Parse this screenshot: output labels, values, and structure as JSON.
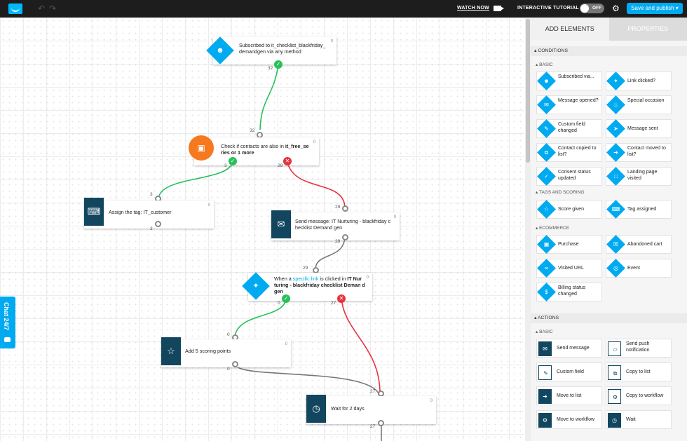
{
  "topbar": {
    "watch_now": "WATCH NOW",
    "tutorial": "INTERACTIVE TUTORIAL",
    "toggle": "OFF",
    "publish": "Save and publish"
  },
  "chat": {
    "label": "Chat 24/7"
  },
  "panel": {
    "tabs": [
      {
        "label": "ADD ELEMENTS"
      },
      {
        "label": "PROPERTIES"
      }
    ],
    "conditions": "CONDITIONS",
    "basic": "BASIC",
    "cond_basic": [
      {
        "label": "Subscribed via..."
      },
      {
        "label": "Link clicked?"
      },
      {
        "label": "Message opened?"
      },
      {
        "label": "Special occasion"
      },
      {
        "label": "Custom field changed"
      },
      {
        "label": "Message sent"
      },
      {
        "label": "Contact copied to list?"
      },
      {
        "label": "Contact moved to list?"
      },
      {
        "label": "Consent status updated"
      },
      {
        "label": "Landing page visited"
      }
    ],
    "tags": "TAGS AND SCORING",
    "cond_tags": [
      {
        "label": "Score given"
      },
      {
        "label": "Tag assigned"
      }
    ],
    "ecom": "ECOMMERCE",
    "cond_ecom": [
      {
        "label": "Purchase"
      },
      {
        "label": "Abandoned cart"
      },
      {
        "label": "Visited URL"
      },
      {
        "label": "Event"
      },
      {
        "label": "Billing status changed"
      }
    ],
    "actions": "ACTIONS",
    "act_basic_label": "BASIC",
    "act_basic": [
      {
        "label": "Send message"
      },
      {
        "label": "Send push notification"
      },
      {
        "label": "Custom field"
      },
      {
        "label": "Copy to list"
      },
      {
        "label": "Move to list"
      },
      {
        "label": "Copy to workflow"
      },
      {
        "label": "Move to workflow"
      },
      {
        "label": "Wait"
      }
    ]
  },
  "nodes": {
    "subscribed": {
      "text": "Subscribed to it_checklist_blackfriday_ demandgen via any method",
      "count": "0",
      "out": "32"
    },
    "check": {
      "text_a": "Check if contacts are also in ",
      "text_b": "it_free_se ries or 1 more",
      "count": "0",
      "in": "32",
      "yes": "3",
      "no": "29"
    },
    "tag": {
      "text": "Assign the tag: IT_customer",
      "count": "0",
      "in": "3",
      "out": "3"
    },
    "send": {
      "text": "Send message: IT Nurturing - blackfriday c hecklist Demand gen",
      "count": "0",
      "in": "29",
      "out": "29"
    },
    "link": {
      "text_a": "When a ",
      "text_link": "specific link",
      "text_b": " is clicked in ",
      "text_c": "IT Nur turing - blackfriday checklist Deman d gen",
      "count": "0",
      "in": "29",
      "yes": "0",
      "no": "27"
    },
    "score": {
      "text": "Add 5 scoring points",
      "count": "0",
      "in": "0",
      "out": "0"
    },
    "wait": {
      "text": "Wait for 2 days",
      "count": "0",
      "in": "27",
      "out": "27"
    }
  }
}
